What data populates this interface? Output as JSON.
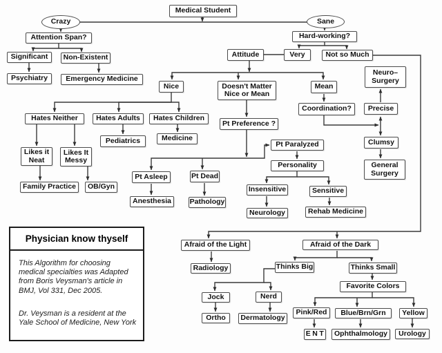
{
  "colors": {
    "background": "#fdfdfd",
    "box_fill": "#ffffff",
    "box_border": "#4a4a4a",
    "connector_line": "#3a3a3a",
    "text": "#111111"
  },
  "nodes": {
    "medical_student": "Medical Student",
    "crazy": "Crazy",
    "sane": "Sane",
    "attention_span": "Attention Span?",
    "significant": "Significant",
    "non_existent": "Non-Existent",
    "psychiatry": "Psychiatry",
    "emergency_medicine": "Emergency Medicine",
    "hard_working": "Hard-working?",
    "attitude": "Attitude",
    "very": "Very",
    "not_so_much": "Not so Much",
    "neuro_surgery": "Neuro–\nSurgery",
    "nice": "Nice",
    "doesnt_matter": "Doesn't Matter\nNice or Mean",
    "mean": "Mean",
    "coordination": "Coordination?",
    "precise": "Precise",
    "clumsy": "Clumsy",
    "general_surgery": "General\nSurgery",
    "hates_neither": "Hates Neither",
    "hates_adults": "Hates Adults",
    "hates_children": "Hates Children",
    "pediatrics": "Pediatrics",
    "medicine": "Medicine",
    "likes_it_neat": "Likes it\nNeat",
    "likes_it_messy": "Likes It\nMessy",
    "family_practice": "Family Practice",
    "ob_gyn": "OB/Gyn",
    "pt_preference": "Pt Preference ?",
    "pt_paralyzed": "Pt Paralyzed",
    "personality": "Personality",
    "pt_asleep": "Pt Asleep",
    "pt_dead": "Pt Dead",
    "anesthesia": "Anesthesia",
    "pathology": "Pathology",
    "insensitive": "Insensitive",
    "sensitive": "Sensitive",
    "neurology": "Neurology",
    "rehab_medicine": "Rehab Medicine",
    "afraid_light": "Afraid of the Light",
    "radiology": "Radiology",
    "afraid_dark": "Afraid of the Dark",
    "thinks_big": "Thinks Big",
    "thinks_small": "Thinks Small",
    "favorite_colors": "Favorite Colors",
    "jock": "Jock",
    "nerd": "Nerd",
    "ortho": "Ortho",
    "dermatology": "Dermatology",
    "pink_red": "Pink/Red",
    "blue_brn_grn": "Blue/Brn/Grn",
    "yellow": "Yellow",
    "ent": "ENT",
    "ophthalmology": "Ophthalmology",
    "urology": "Urology"
  },
  "info_box": {
    "title": "Physician know thyself",
    "para1": "This Algorithm for choosing\nmedical specialties was Adapted\nfrom  Boris Veysman's article in\nBMJ, Vol 331, Dec 2005.",
    "para2": "Dr. Veysman is a resident at the\nYale School of Medicine, New York"
  }
}
